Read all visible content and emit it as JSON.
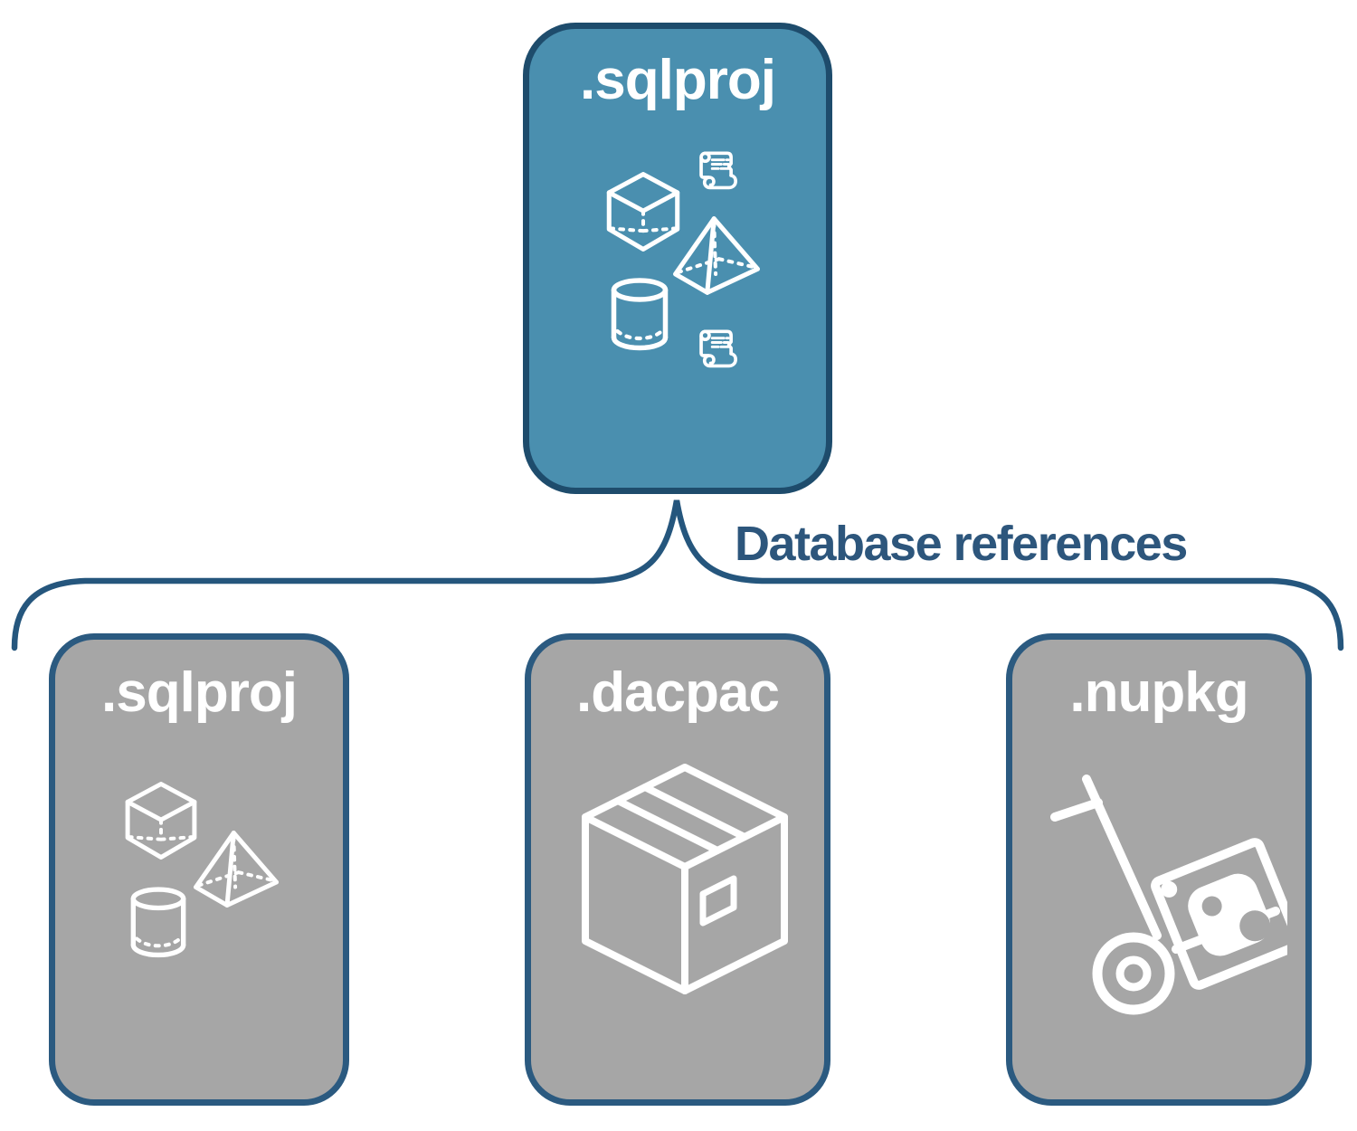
{
  "colors": {
    "root_fill": "#4A8FAF",
    "root_border": "#1E4C6C",
    "child_fill": "#A6A6A6",
    "child_border": "#2B5A80",
    "connector_line": "#25567D",
    "connector_text": "#2D567C",
    "label_text": "#FFFFFF",
    "icon_stroke": "#FFFFFF"
  },
  "root_node": {
    "label": ".sqlproj",
    "icons": [
      "cube-icon",
      "script-scroll-icon",
      "pyramid-icon",
      "cylinder-icon",
      "script-scroll-icon"
    ]
  },
  "connector": {
    "label": "Database references"
  },
  "child_nodes": [
    {
      "label": ".sqlproj",
      "icons": [
        "cube-icon",
        "pyramid-icon",
        "cylinder-icon"
      ]
    },
    {
      "label": ".dacpac",
      "icons": [
        "package-box-icon"
      ]
    },
    {
      "label": ".nupkg",
      "icons": [
        "hand-truck-icon"
      ]
    }
  ]
}
